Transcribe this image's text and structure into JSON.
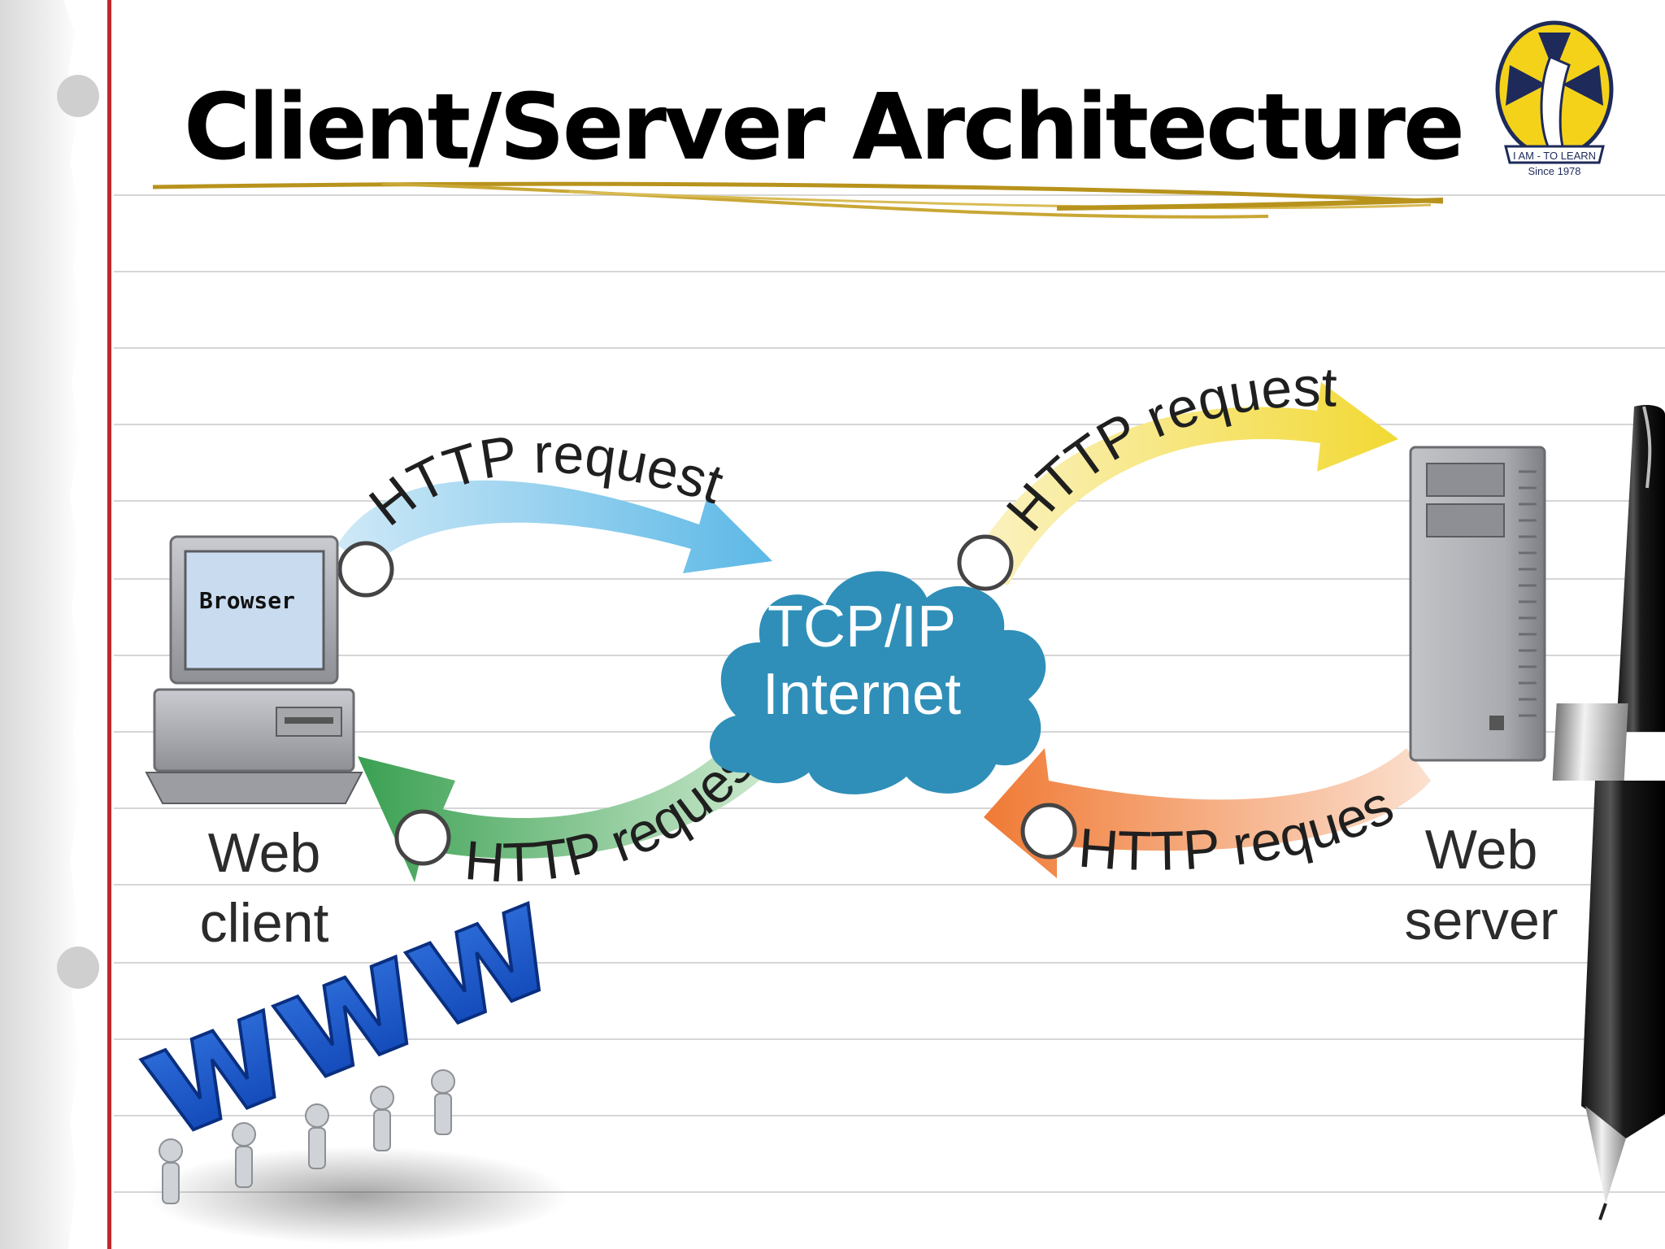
{
  "slide": {
    "title": "Client/Server Architecture"
  },
  "logo": {
    "ribbon_text": "I AM - TO LEARN",
    "since_text": "Since 1978"
  },
  "diagram": {
    "arrows": [
      {
        "label": "HTTP request",
        "color": "#5bb8e6"
      },
      {
        "label": "HTTP request",
        "color": "#f2d933"
      },
      {
        "label": "HTTP request",
        "color": "#f07a35"
      },
      {
        "label": "HTTP request",
        "color": "#3aa052"
      }
    ],
    "client": {
      "screen_text": "Browser",
      "label_line1": "Web",
      "label_line2": "client"
    },
    "cloud": {
      "line1": "TCP/IP",
      "line2": "Internet",
      "color": "#2f8fb8"
    },
    "server": {
      "label_line1": "Web",
      "label_line2": "server"
    }
  },
  "clipart": {
    "text": "www"
  }
}
